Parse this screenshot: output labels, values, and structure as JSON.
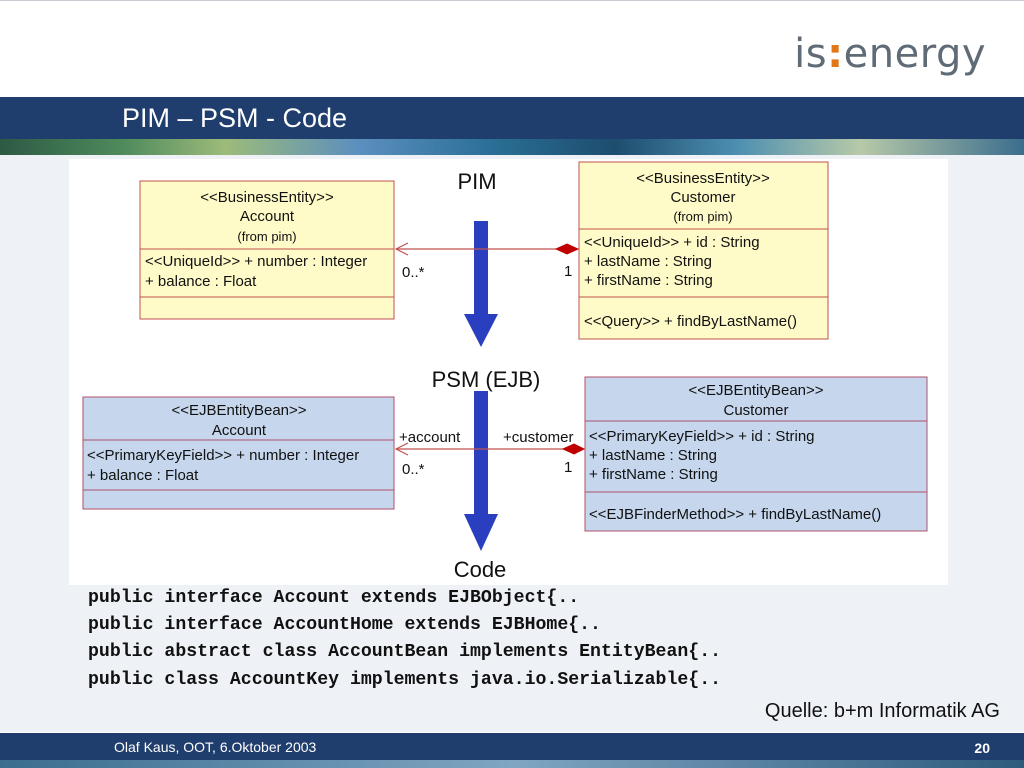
{
  "slide": {
    "title": "PIM – PSM - Code",
    "logo_prefix": "is",
    "logo_colon": ":",
    "logo_suffix": "energy",
    "source": "Quelle: b+m Informatik AG",
    "footer_author": "Olaf Kaus, OOT, 6.Oktober 2003",
    "page_number": "20"
  },
  "diagram": {
    "pim_label": "PIM",
    "psm_label": "PSM (EJB)",
    "code_label": "Code",
    "pim_account": {
      "stereotype": "<<BusinessEntity>>",
      "name": "Account",
      "from": "(from pim)",
      "attributes": [
        "<<UniqueId>> + number : Integer",
        "+ balance : Float"
      ]
    },
    "pim_customer": {
      "stereotype": "<<BusinessEntity>>",
      "name": "Customer",
      "from": "(from pim)",
      "attributes": [
        "<<UniqueId>> + id : String",
        "+ lastName : String",
        "+ firstName : String"
      ],
      "operation": "<<Query>> + findByLastName()"
    },
    "pim_assoc": {
      "many": "0..*",
      "one": "1"
    },
    "psm_account": {
      "stereotype": "<<EJBEntityBean>>",
      "name": "Account",
      "attributes": [
        "<<PrimaryKeyField>> + number : Integer",
        "+ balance : Float"
      ]
    },
    "psm_customer": {
      "stereotype": "<<EJBEntityBean>>",
      "name": "Customer",
      "attributes": [
        "<<PrimaryKeyField>> + id : String",
        "+ lastName : String",
        "+ firstName : String"
      ],
      "operation": "<<EJBFinderMethod>> + findByLastName()"
    },
    "psm_assoc": {
      "role_account": "+account",
      "role_customer": "+customer",
      "many": "0..*",
      "one": "1"
    },
    "colors": {
      "pim_fill": "#fffbc8",
      "pim_border": "#c0504d",
      "psm_fill": "#c5d6ed",
      "psm_border": "#b0506a",
      "arrow": "#2a3fbf",
      "assoc": "#c0504d"
    }
  },
  "code_lines": [
    "public interface Account extends EJBObject{..",
    "public interface AccountHome extends EJBHome{..",
    "public abstract class AccountBean implements EntityBean{..",
    "public class AccountKey implements java.io.Serializable{.."
  ]
}
